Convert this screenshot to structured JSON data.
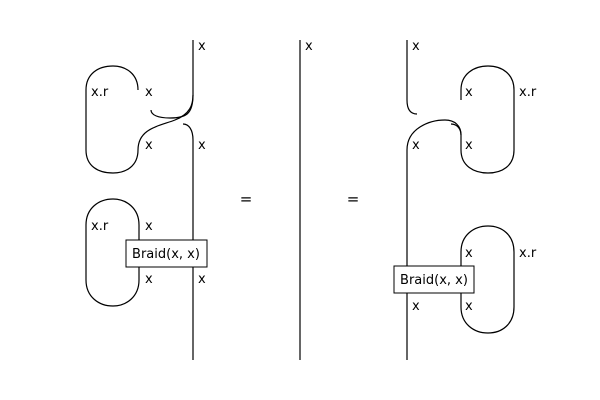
{
  "labels": {
    "x": "x",
    "xr": "x.r",
    "equals": "=",
    "braid": "Braid(x, x)"
  },
  "colors": {
    "background": "#ffffff",
    "ink": "#000000"
  }
}
